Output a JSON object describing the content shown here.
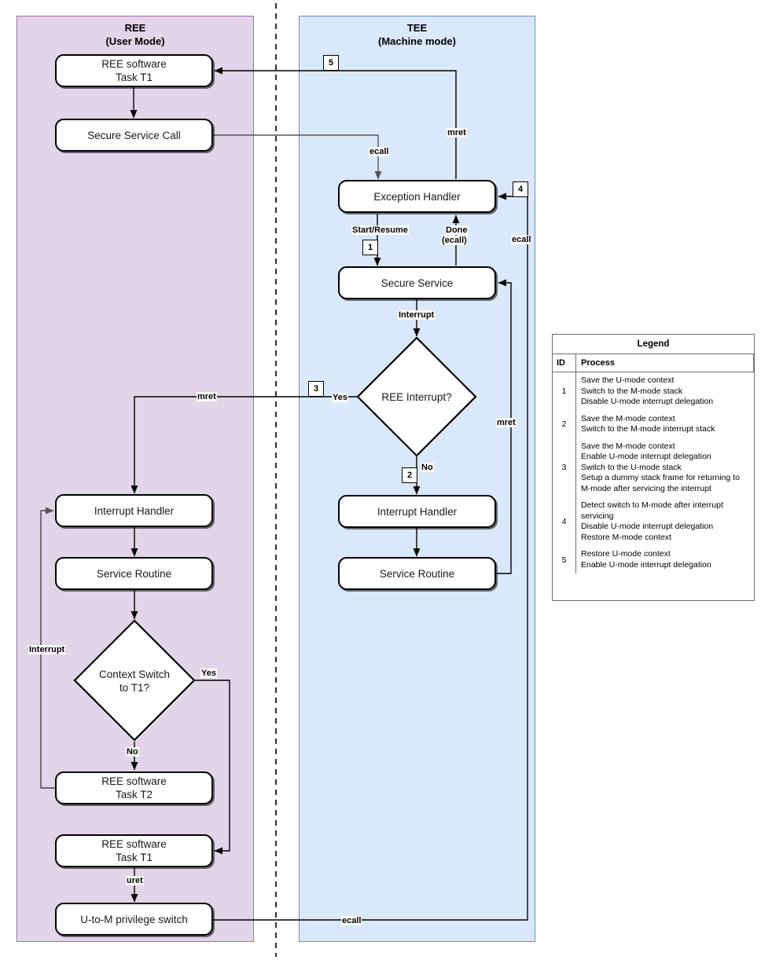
{
  "panels": {
    "ree": {
      "title_line1": "REE",
      "title_line2": "(User Mode)",
      "fill": "#e1d5e7",
      "stroke": "#9673a6"
    },
    "tee": {
      "title_line1": "TEE",
      "title_line2": "(Machine mode)",
      "fill": "#dae8fc",
      "stroke": "#6c8ebf"
    }
  },
  "nodes": {
    "ree_task_t1_top": {
      "line1": "REE software",
      "line2": "Task T1"
    },
    "secure_service_call": {
      "line1": "Secure Service Call"
    },
    "ree_interrupt_handler": {
      "line1": "Interrupt Handler"
    },
    "ree_service_routine": {
      "line1": "Service Routine"
    },
    "context_switch": {
      "line1": "Context Switch",
      "line2": "to T1?"
    },
    "ree_task_t2": {
      "line1": "REE software",
      "line2": "Task T2"
    },
    "ree_task_t1_bottom": {
      "line1": "REE software",
      "line2": "Task T1"
    },
    "u_to_m_switch": {
      "line1": "U-to-M privilege switch"
    },
    "exception_handler": {
      "line1": "Exception Handler"
    },
    "secure_service": {
      "line1": "Secure Service"
    },
    "ree_interrupt_decision": {
      "line1": "REE Interrupt?"
    },
    "tee_interrupt_handler": {
      "line1": "Interrupt Handler"
    },
    "tee_service_routine": {
      "line1": "Service Routine"
    }
  },
  "edge_labels": {
    "ecall_top": "ecall",
    "mret_top": "mret",
    "start_resume": "Start/Resume",
    "done_ecall_l1": "Done",
    "done_ecall_l2": "(ecall)",
    "ecall_right": "ecall",
    "interrupt_tee": "Interrupt",
    "yes_ree_interrupt": "Yes",
    "no_ree_interrupt": "No",
    "mret_left": "mret",
    "mret_right": "mret",
    "interrupt_loop": "Interrupt",
    "yes_context_switch": "Yes",
    "no_context_switch": "No",
    "uret": "uret",
    "ecall_bottom": "ecall"
  },
  "step_badges": {
    "s1": "1",
    "s2": "2",
    "s3": "3",
    "s4": "4",
    "s5": "5"
  },
  "legend": {
    "title": "Legend",
    "columns": [
      "ID",
      "Process"
    ],
    "rows": [
      {
        "id": "1",
        "process": "Save the U-mode context\nSwitch to the M-mode stack\nDisable U-mode interrupt delegation"
      },
      {
        "id": "2",
        "process": "Save the M-mode context\nSwitch to the M-mode interrupt stack"
      },
      {
        "id": "3",
        "process": "Save the M-mode context\nEnable U-mode interrupt delegation\nSwitch to the U-mode stack\nSetup a dummy stack frame for returning to M-mode after servicing the interrupt"
      },
      {
        "id": "4",
        "process": "Detect switch to M-mode after interrupt servicing\nDisable U-mode interrupt delegation\nRestore M-mode context"
      },
      {
        "id": "5",
        "process": "Restore U-mode context\nEnable U-mode interrupt delegation"
      }
    ]
  }
}
